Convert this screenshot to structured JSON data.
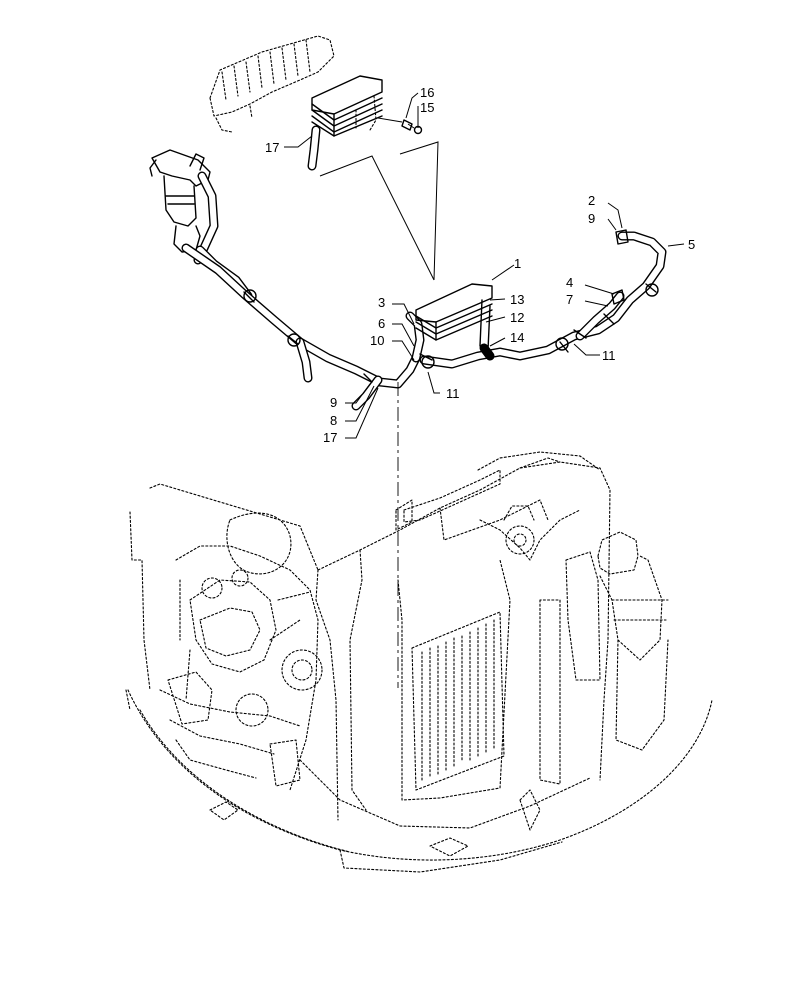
{
  "callouts": [
    {
      "id": "c1",
      "label": "1"
    },
    {
      "id": "c2",
      "label": "2"
    },
    {
      "id": "c3",
      "label": "3"
    },
    {
      "id": "c4",
      "label": "4"
    },
    {
      "id": "c5",
      "label": "5"
    },
    {
      "id": "c6",
      "label": "6"
    },
    {
      "id": "c7",
      "label": "7"
    },
    {
      "id": "c8",
      "label": "8"
    },
    {
      "id": "c9a",
      "label": "9"
    },
    {
      "id": "c9b",
      "label": "9"
    },
    {
      "id": "c10",
      "label": "10"
    },
    {
      "id": "c11a",
      "label": "11"
    },
    {
      "id": "c11b",
      "label": "11"
    },
    {
      "id": "c12",
      "label": "12"
    },
    {
      "id": "c13",
      "label": "13"
    },
    {
      "id": "c14",
      "label": "14"
    },
    {
      "id": "c15",
      "label": "15"
    },
    {
      "id": "c16",
      "label": "16"
    },
    {
      "id": "c17a",
      "label": "17"
    },
    {
      "id": "c17b",
      "label": "17"
    }
  ]
}
